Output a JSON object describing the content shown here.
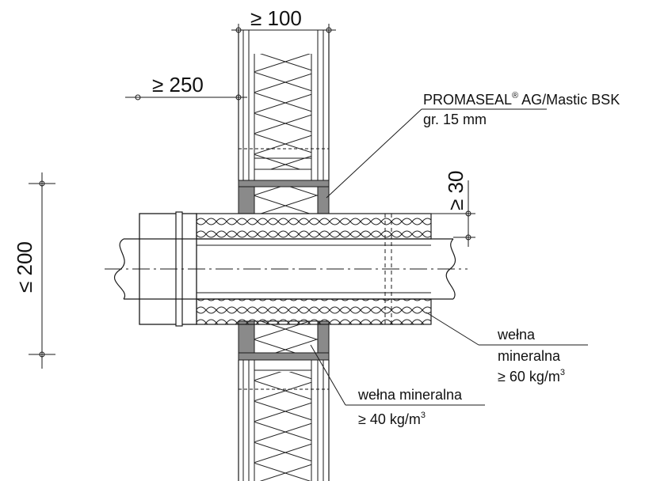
{
  "dimensions": {
    "wall_thickness": "≥ 100",
    "edge_distance": "≥ 250",
    "insulation_overlap": "≥ 30",
    "pipe_diameter": "≤ 200"
  },
  "labels": {
    "sealant_name": "PROMASEAL",
    "sealant_registered": "®",
    "sealant_rest": " AG/Mastic BSK",
    "sealant_thickness": "gr. 15 mm",
    "pipe_wool_line1": "wełna",
    "pipe_wool_line2": "mineralna",
    "pipe_wool_density": "≥ 60 kg/m",
    "pipe_wool_density_exp": "3",
    "wall_wool_line1": "wełna mineralna",
    "wall_wool_density": "≥ 40 kg/m",
    "wall_wool_density_exp": "3"
  },
  "colors": {
    "line": "#1a1a1a",
    "seal_fill": "#8a8a8a",
    "background": "#ffffff"
  }
}
